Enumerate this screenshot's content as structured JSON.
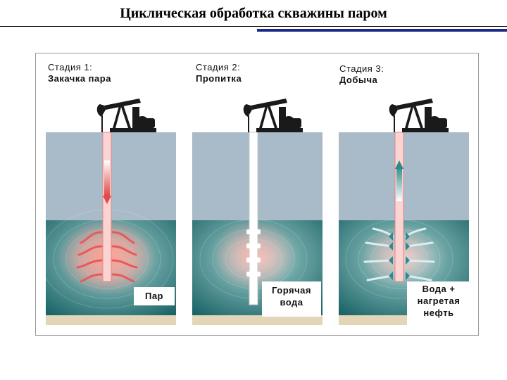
{
  "title": "Циклическая обработка скважины паром",
  "stages": [
    {
      "number_label": "Стадия 1:",
      "name_label": "Закачка пара",
      "callout": [
        "Пар"
      ]
    },
    {
      "number_label": "Стадия 2:",
      "name_label": "Пропитка",
      "callout": [
        "Горячая",
        "вода"
      ]
    },
    {
      "number_label": "Стадия 3:",
      "name_label": "Добыча",
      "callout": [
        "Вода +",
        "нагретая",
        "нефть"
      ]
    }
  ],
  "colors": {
    "overburden": "#a9bac8",
    "reservoir": "#1f6e73",
    "ground": "#e3d6b8",
    "steam": "#f07070",
    "title_rule": "#1a2a8c"
  },
  "icons": [
    "pumpjack-icon",
    "steam-arrow-icon",
    "flow-arrow-icon"
  ]
}
